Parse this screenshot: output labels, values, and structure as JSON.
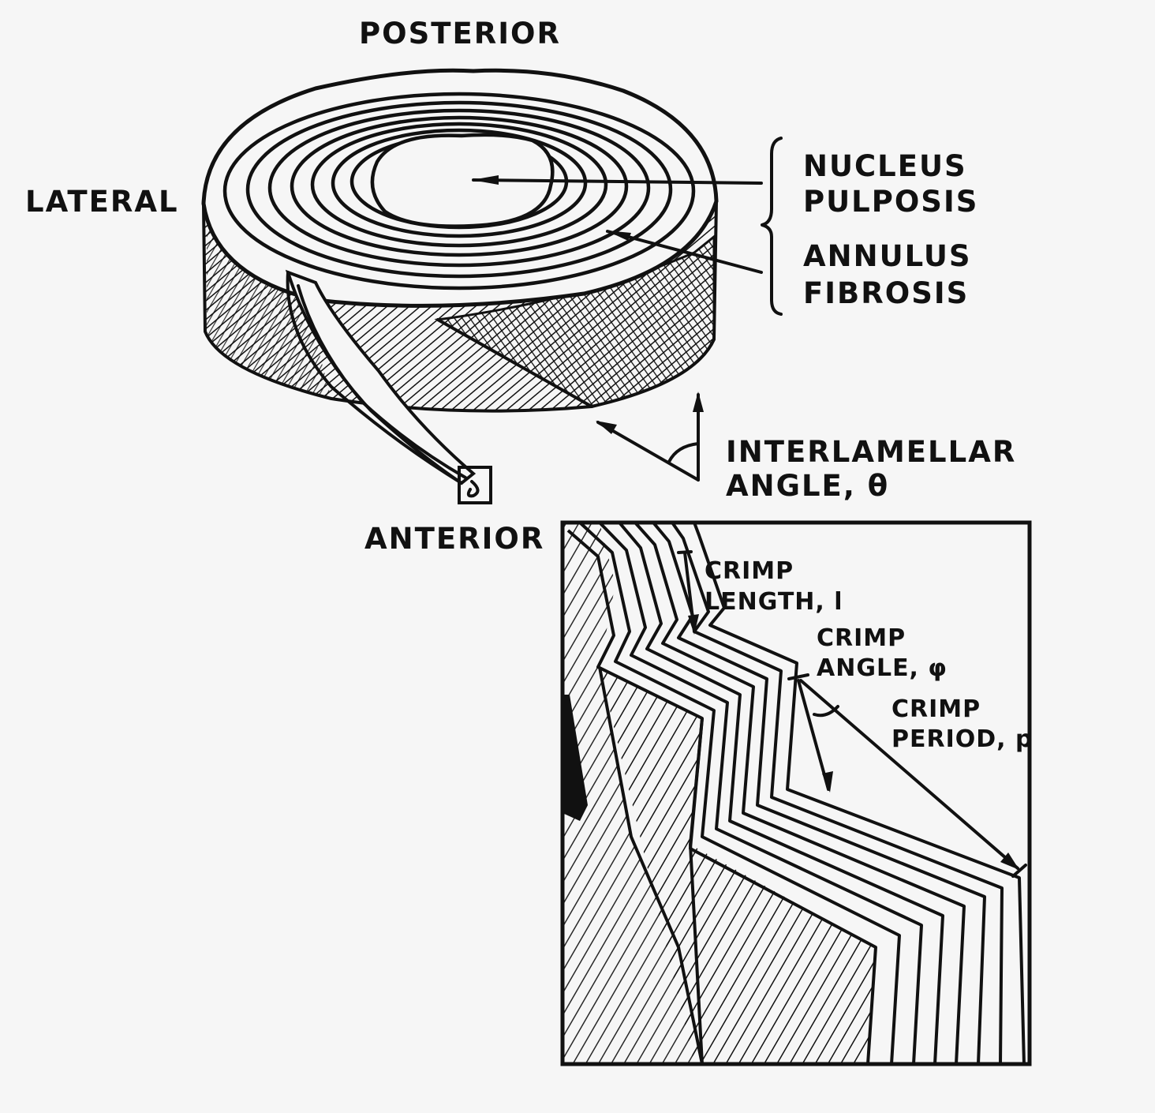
{
  "labels": {
    "posterior": "POSTERIOR",
    "lateral": "LATERAL",
    "anterior": "ANTERIOR",
    "nucleus_1": "NUCLEUS",
    "nucleus_2": "PULPOSIS",
    "annulus_1": "ANNULUS",
    "annulus_2": "FIBROSIS",
    "interlamellar_1": "INTERLAMELLAR",
    "interlamellar_2": "ANGLE, θ",
    "crimp_length_1": "CRIMP",
    "crimp_length_2": "LENGTH, l",
    "crimp_angle_1": "CRIMP",
    "crimp_angle_2": "ANGLE, φ",
    "crimp_period_1": "CRIMP",
    "crimp_period_2": "PERIOD, p"
  },
  "colors": {
    "background": "#f6f6f6",
    "ink": "#111111"
  }
}
